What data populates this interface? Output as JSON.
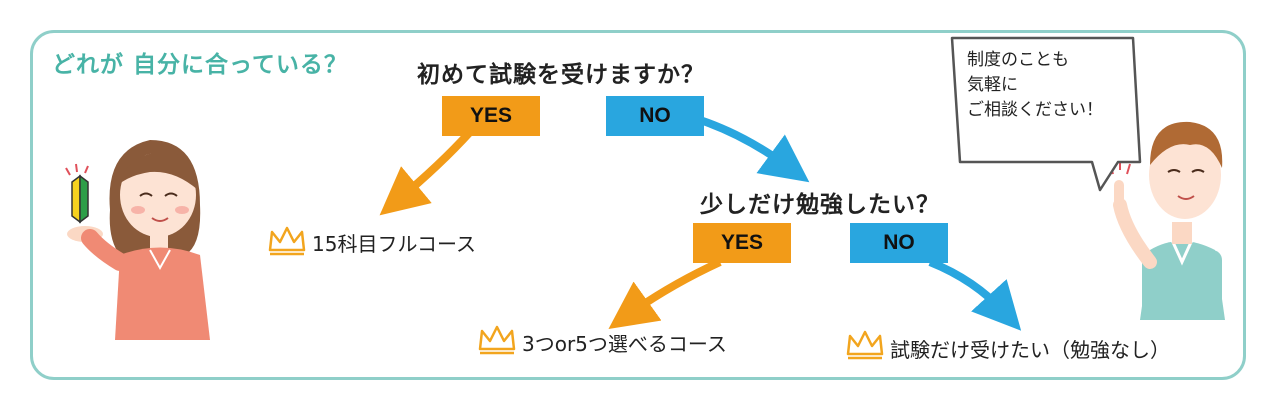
{
  "header": {
    "title": "どれが 自分に合っている？"
  },
  "flow": {
    "q1": "初めて試験を受けますか？",
    "q1_yes": "YES",
    "q1_no": "NO",
    "q2": "少しだけ勉強したい？",
    "q2_yes": "YES",
    "q2_no": "NO"
  },
  "results": {
    "full": "15科目フルコース",
    "select": "3つor5つ選べるコース",
    "exam_only": "試験だけ受けたい（勉強なし）"
  },
  "bubble": {
    "lines": [
      "制度のことも",
      "気軽に",
      "ご相談ください！"
    ]
  },
  "colors": {
    "frame": "#8fcfc9",
    "title": "#48b3a6",
    "yes": "#f29b18",
    "no": "#29a6df",
    "crown": "#f2a51e"
  }
}
